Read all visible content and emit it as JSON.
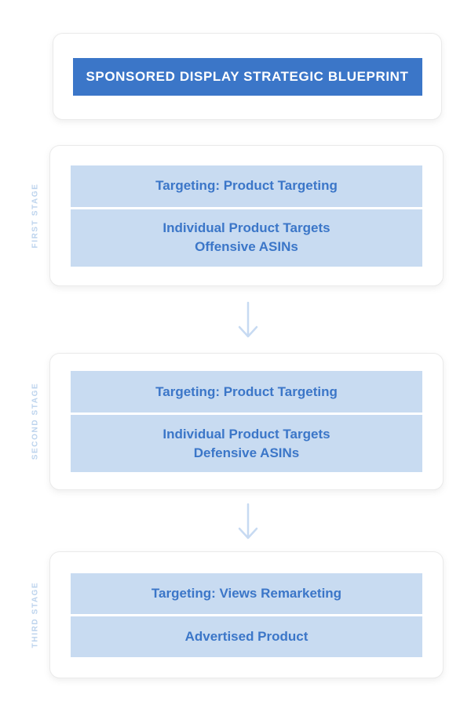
{
  "header": {
    "title": "SPONSORED DISPLAY STRATEGIC BLUEPRINT"
  },
  "stages": [
    {
      "label": "FIRST STAGE",
      "targeting": "Targeting: Product Targeting",
      "detail": "Individual Product Targets\nOffensive ASINs"
    },
    {
      "label": "SECOND STAGE",
      "targeting": "Targeting: Product Targeting",
      "detail": "Individual Product Targets\nDefensive ASINs"
    },
    {
      "label": "THIRD STAGE",
      "targeting": "Targeting: Views Remarketing",
      "detail": "Advertised Product"
    }
  ],
  "icons": {
    "stage_connector": "down-arrow-icon"
  },
  "colors": {
    "primary_blue": "#3B76C8",
    "light_blue_bar": "#C8DBF1",
    "bar_text": "#3B76C8",
    "stage_label": "#BCD3ED",
    "arrow": "#C7DAF2",
    "card_border": "#EAEAEA",
    "banner_text": "#FFFFFF",
    "background": "#FFFFFF"
  }
}
